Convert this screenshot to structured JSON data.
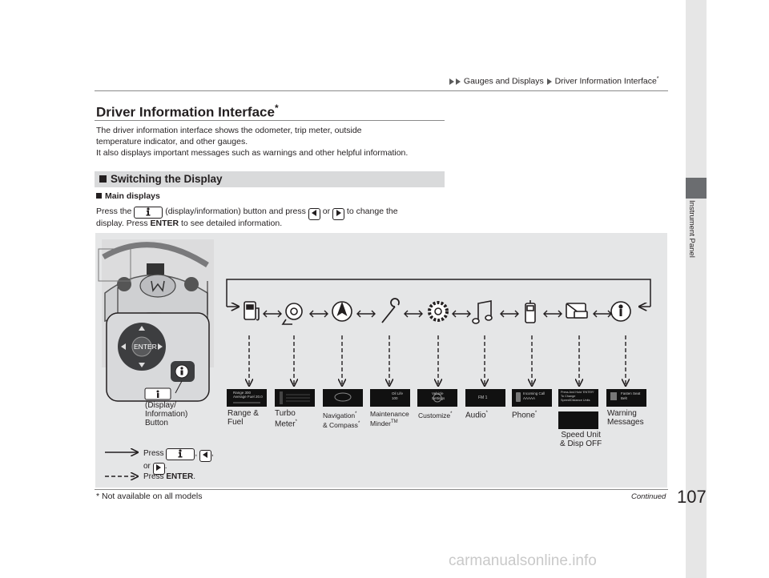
{
  "breadcrumb": {
    "part1": "Gauges and Displays",
    "part2": "Driver Information Interface",
    "mark": "*"
  },
  "title": {
    "text": "Driver Information Interface",
    "mark": "*"
  },
  "intro": [
    "The driver information interface shows the odometer, trip meter, outside",
    "temperature indicator, and other gauges.",
    "It also displays important messages such as warnings and other helpful information."
  ],
  "section": {
    "title": "Switching the Display"
  },
  "subsection": {
    "title": "Main displays"
  },
  "body": {
    "l1a": "Press the",
    "l1b": "(display/information) button and press",
    "l1c": "or",
    "l1d": "to change the",
    "l2a": "display. Press",
    "l2b": "ENTER",
    "l2c": "to see detailed information."
  },
  "figure": {
    "button_label": [
      "(Display/",
      "Information)",
      "Button"
    ],
    "enter_label": "ENTER",
    "legend": {
      "press": "Press",
      "or": "or",
      "press_enter": "Press",
      "enter": "ENTER"
    },
    "screens": [
      {
        "name": "Range & Fuel",
        "lines": [
          "Range &",
          "Fuel"
        ],
        "mark": ""
      },
      {
        "name": "Turbo Meter",
        "lines": [
          "Turbo",
          "Meter"
        ],
        "mark": "*"
      },
      {
        "name": "Navigation & Compass",
        "lines": [
          "Navigation",
          "& Compass"
        ],
        "mark": "*"
      },
      {
        "name": "Maintenance Minder",
        "lines": [
          "Maintenance",
          "Minder"
        ],
        "mark": "TM"
      },
      {
        "name": "Customize",
        "lines": [
          "Customize"
        ],
        "mark": "*"
      },
      {
        "name": "Audio",
        "lines": [
          "Audio"
        ],
        "mark": "*"
      },
      {
        "name": "Phone",
        "lines": [
          "Phone"
        ],
        "mark": "*"
      },
      {
        "name": "Speed Unit & Disp OFF",
        "lines": [
          "Speed Unit",
          "& Disp OFF"
        ],
        "mark": ""
      },
      {
        "name": "Warning Messages",
        "lines": [
          "Warning",
          "Messages"
        ],
        "mark": ""
      }
    ],
    "mini": {
      "range": [
        "Range",
        "300",
        "Average Fuel",
        "20.0"
      ],
      "oil": [
        "Oil Life",
        "100"
      ],
      "vehicle": [
        "Vehicle",
        "Settings"
      ],
      "audio": "FM 1",
      "phone": [
        "Incoming Call",
        "AAAAA"
      ],
      "speed": [
        "Press And Hold 'ENTER'",
        "To Change",
        "Speed/Distance Units"
      ],
      "warning": [
        "Fasten Seat",
        "Belt"
      ]
    }
  },
  "footnote": "* Not available on all models",
  "continued": "Continued",
  "page_number": "107",
  "side_label": "Instrument Panel",
  "watermark": "carmanualsonline.info",
  "colors": {
    "panel": "#e5e6e7",
    "section_bar": "#d9dadb",
    "side_tab": "#6b6d70"
  }
}
